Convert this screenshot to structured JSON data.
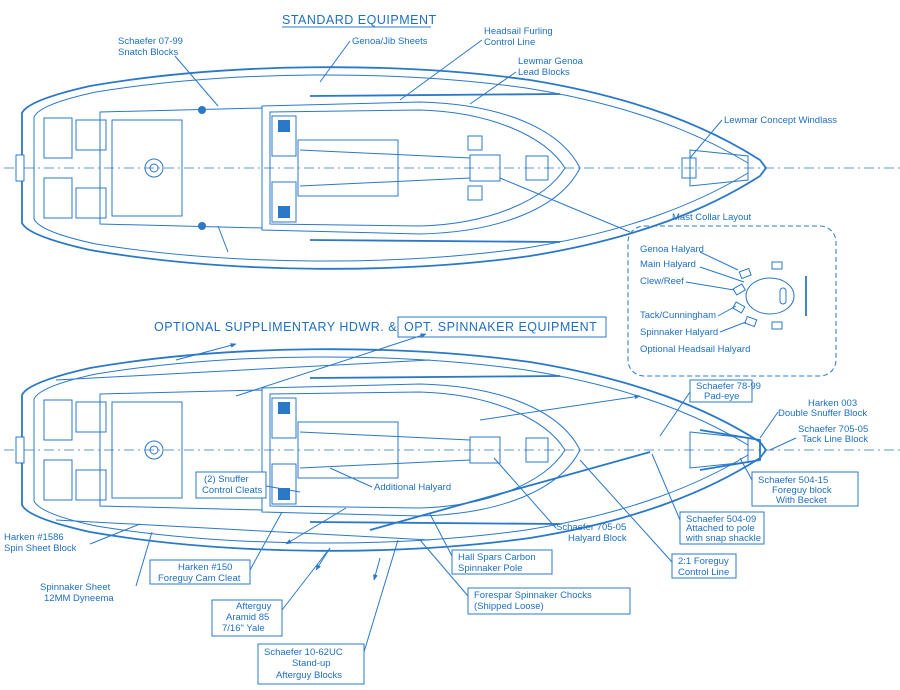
{
  "colors": {
    "ink": "#1e6fc0",
    "paper": "#ffffff"
  },
  "standard": {
    "title": "STANDARD EQUIPMENT",
    "labels": {
      "snatch_1": "Schaefer 07-99",
      "snatch_2": "Snatch Blocks",
      "sheets": "Genoa/Jib Sheets",
      "furling_1": "Headsail Furling",
      "furling_2": "Control Line",
      "lead_1": "Lewmar Genoa",
      "lead_2": "Lead Blocks",
      "windlass": "Lewmar Concept Windlass"
    }
  },
  "mast_collar": {
    "title": "Mast Collar Layout",
    "items": [
      "Genoa Halyard",
      "Main Halyard",
      "Clew/Reef",
      "Tack/Cunningham",
      "Spinnaker Halyard",
      "Optional Headsail Halyard"
    ]
  },
  "optional": {
    "title_left": "OPTIONAL SUPPLIMENTARY HDWR. &",
    "title_right": "OPT. SPINNAKER  EQUIPMENT",
    "labels": {
      "padeye_1": "Schaefer 78-99",
      "padeye_2": "Pad-eye",
      "snuffer_1": "Harken 003",
      "snuffer_2": "Double Snuffer Block",
      "tack_1": "Schaefer 705-05",
      "tack_2": "Tack Line Block",
      "foreguy_1": "Schaefer 504-15",
      "foreguy_2": "Foreguy block",
      "foreguy_3": "With Becket",
      "attached_1": "Schaefer 504-09",
      "attached_2": "Attached to pole",
      "attached_3": "with snap shackle",
      "ctrl_1": "2:1 Foreguy",
      "ctrl_2": "Control Line",
      "snufcleat_1": "(2) Snuffer",
      "snufcleat_2": "Control Cleats",
      "addhal": "Additional Halyard",
      "halblock_1": "Schaefer 705-05",
      "halblock_2": "Halyard Block",
      "spinblock_1": "Harken #1586",
      "spinblock_2": "Spin Sheet Block",
      "camcleat_1": "Harken #150",
      "camcleat_2": "Foreguy Cam Cleat",
      "pole_1": "Hall Spars Carbon",
      "pole_2": "Spinnaker Pole",
      "spinsheet_1": "Spinnaker Sheet",
      "spinsheet_2": "12MM Dyneema",
      "chocks_1": "Forespar Spinnaker Chocks",
      "chocks_2": "(Shipped Loose)",
      "afterguy_1": "Afterguy",
      "afterguy_2": "Aramid 85",
      "afterguy_3": "7/16\" Yale",
      "standup_1": "Schaefer 10-62UC",
      "standup_2": "Stand-up",
      "standup_3": "Afterguy Blocks"
    }
  }
}
